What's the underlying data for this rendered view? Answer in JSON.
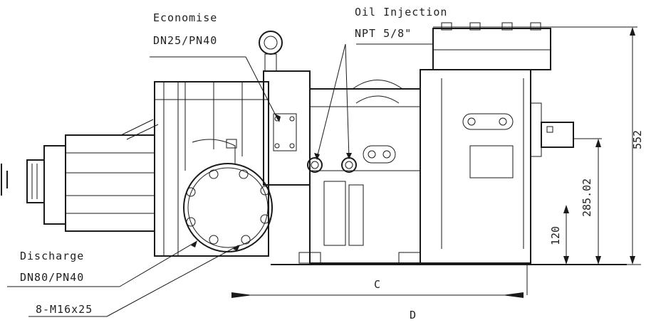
{
  "labels": {
    "economiser_name": "Economise",
    "economiser_size": "DN25/PN40",
    "oil_injection_name": "Oil Injection",
    "oil_injection_size": "NPT 5/8\"",
    "discharge_name": "Discharge",
    "discharge_size": "DN80/PN40",
    "bolts": "8-M16x25"
  },
  "dimensions": {
    "overall_height": "552",
    "shaft_height": "285.02",
    "foot_height": "120",
    "length_c": "C",
    "length_d": "D"
  },
  "colors": {
    "line": "#1a1a1a",
    "background": "#ffffff"
  }
}
